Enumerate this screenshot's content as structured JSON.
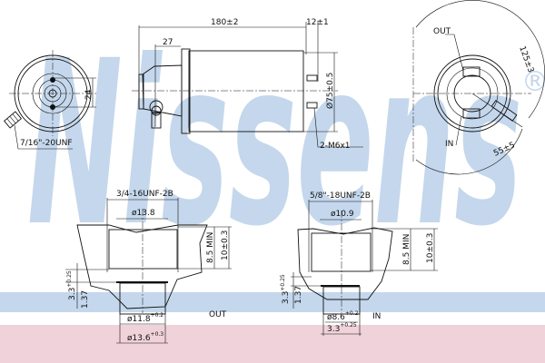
{
  "watermark": {
    "brand": "Nissens",
    "registered": "®"
  },
  "colors": {
    "watermark": "#c4d7ec",
    "band_blue": "#c4d7ec",
    "band_pink": "#f0d2da",
    "line": "#111111"
  },
  "top_view": {
    "left_end": {
      "dim_height": "24",
      "thread": "7/16\"-20UNF"
    },
    "side": {
      "length": "180±2",
      "stud_length": "12±1",
      "cap_length": "27",
      "diameter": "Ø75±0.5",
      "studs": "2-M6x1"
    },
    "right_end": {
      "out": "OUT",
      "in": "IN",
      "angle_top": "125±3",
      "angle_bottom": "55±5"
    }
  },
  "detail_out": {
    "thread": "3/4-16UNF-2B",
    "bore": "ø13.8",
    "depth_min": "8.5 MIN",
    "depth": "10±0.3",
    "groove": "3.3",
    "groove_tol_plus": "+0.25",
    "groove_tol_minus": "0",
    "step": "1.37",
    "inner": "ø11.8",
    "inner_tol_plus": "+0.2",
    "inner_tol_minus": "0",
    "outer": "ø13.6",
    "outer_tol_plus": "+0.3",
    "outer_tol_minus": "0",
    "label": "OUT"
  },
  "detail_in": {
    "thread": "5/8\"-18UNF-2B",
    "bore": "ø10.9",
    "depth_min": "8.5 MIN",
    "depth": "10±0.3",
    "groove": "3.3",
    "groove_tol_plus": "+0.25",
    "groove_tol_minus": "0",
    "step": "1.37",
    "inner": "ø8.6",
    "inner_tol_plus": "+0.2",
    "inner_tol_minus": "0",
    "width": "3.3",
    "width_tol_plus": "+0.25",
    "width_tol_minus": "0",
    "label": "IN"
  }
}
